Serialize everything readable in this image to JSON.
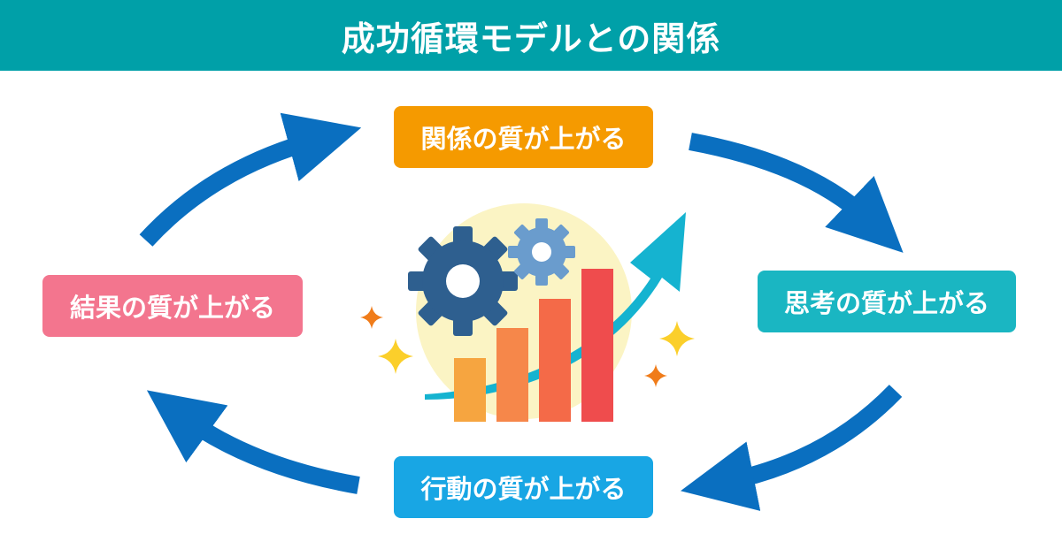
{
  "header": {
    "title": "成功循環モデルとの関係"
  },
  "colors": {
    "header_bg": "#00a0a8",
    "arrow": "#0a6fc0",
    "relationship": "#f59a00",
    "thinking": "#1ab6c2",
    "action": "#18a6e4",
    "result": "#f3758e",
    "gear_large": "#2e5f8f",
    "gear_small": "#6a9ccd",
    "bar_1": "#f6a540",
    "bar_2": "#f6874a",
    "bar_3": "#f46a48",
    "bar_4": "#ef4c4d",
    "trend_arrow": "#15b3d0",
    "sparkle_yellow": "#fbcf2b",
    "sparkle_orange": "#f07c1a",
    "halo": "#fbf4c4"
  },
  "cycle": {
    "relationship": {
      "label": "関係の質が上がる"
    },
    "thinking": {
      "label": "思考の質が上がる"
    },
    "action": {
      "label": "行動の質が上がる"
    },
    "result": {
      "label": "結果の質が上がる"
    }
  },
  "illustration": {
    "icons": [
      "gear-large-icon",
      "gear-small-icon",
      "bar-chart-icon",
      "trend-arrow-icon",
      "sparkle-icon"
    ],
    "bar_levels": [
      0.3,
      0.45,
      0.62,
      0.8
    ]
  }
}
